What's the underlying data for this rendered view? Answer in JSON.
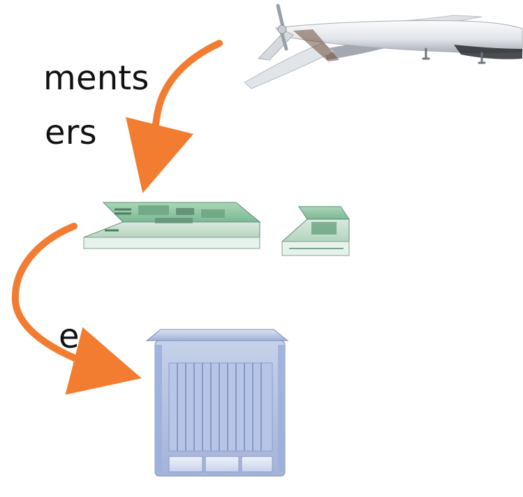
{
  "text": {
    "line1": "ments",
    "line2": "ers",
    "line3": "e"
  },
  "colors": {
    "arrow": "#F27D31",
    "board_green": "#8FC6A2",
    "chassis_blue": "#AEBBDA",
    "drone_gray": "#DADDE2"
  },
  "icons": {
    "drone": "uav-drone-icon",
    "board_large": "circuit-board-large-icon",
    "board_small": "circuit-board-small-icon",
    "chassis": "server-chassis-icon"
  }
}
